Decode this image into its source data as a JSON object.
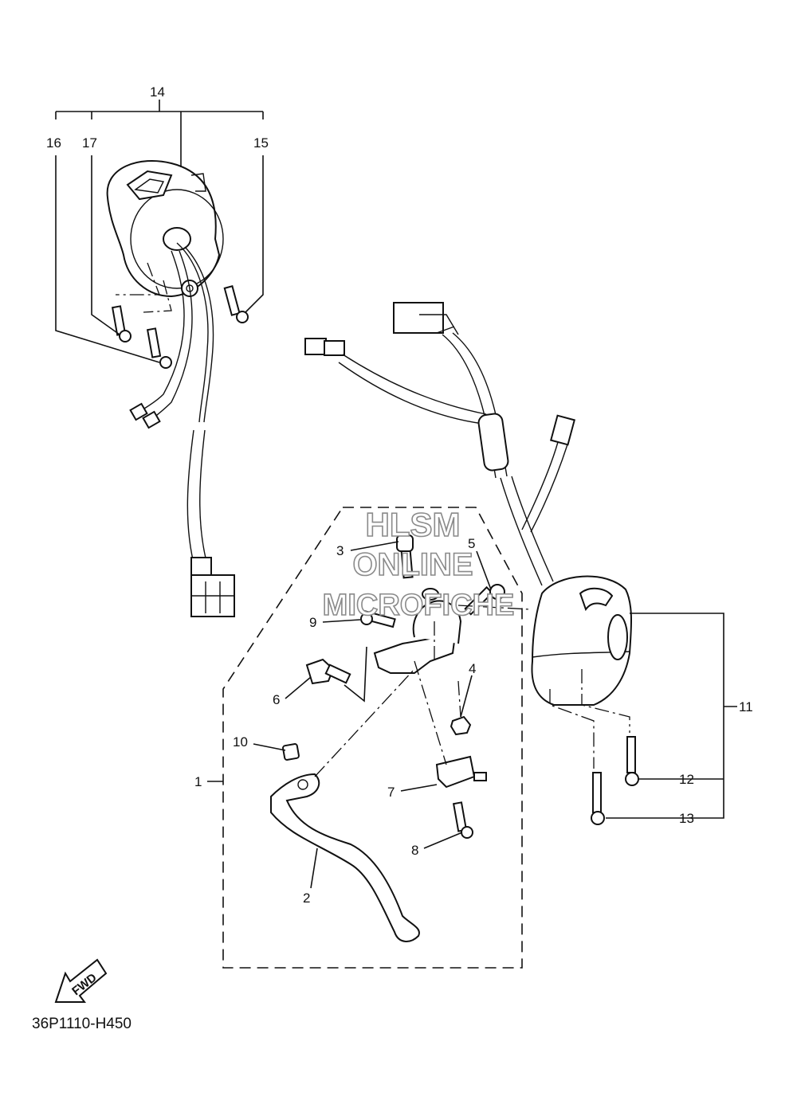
{
  "callouts": {
    "c1": "1",
    "c2": "2",
    "c3": "3",
    "c4": "4",
    "c5": "5",
    "c6": "6",
    "c7": "7",
    "c8": "8",
    "c9": "9",
    "c10": "10",
    "c11": "11",
    "c12": "12",
    "c13": "13",
    "c14": "14",
    "c15": "15",
    "c16": "16",
    "c17": "17"
  },
  "watermark": {
    "line1": "HLSM",
    "line2": "ONLINE",
    "line3": "MICROFICHE"
  },
  "fwd_label": "FWD",
  "diagram_code": "36P1110-H450",
  "colors": {
    "ink": "#111111",
    "watermark_outline": "#8a8a8a",
    "background": "#ffffff"
  }
}
